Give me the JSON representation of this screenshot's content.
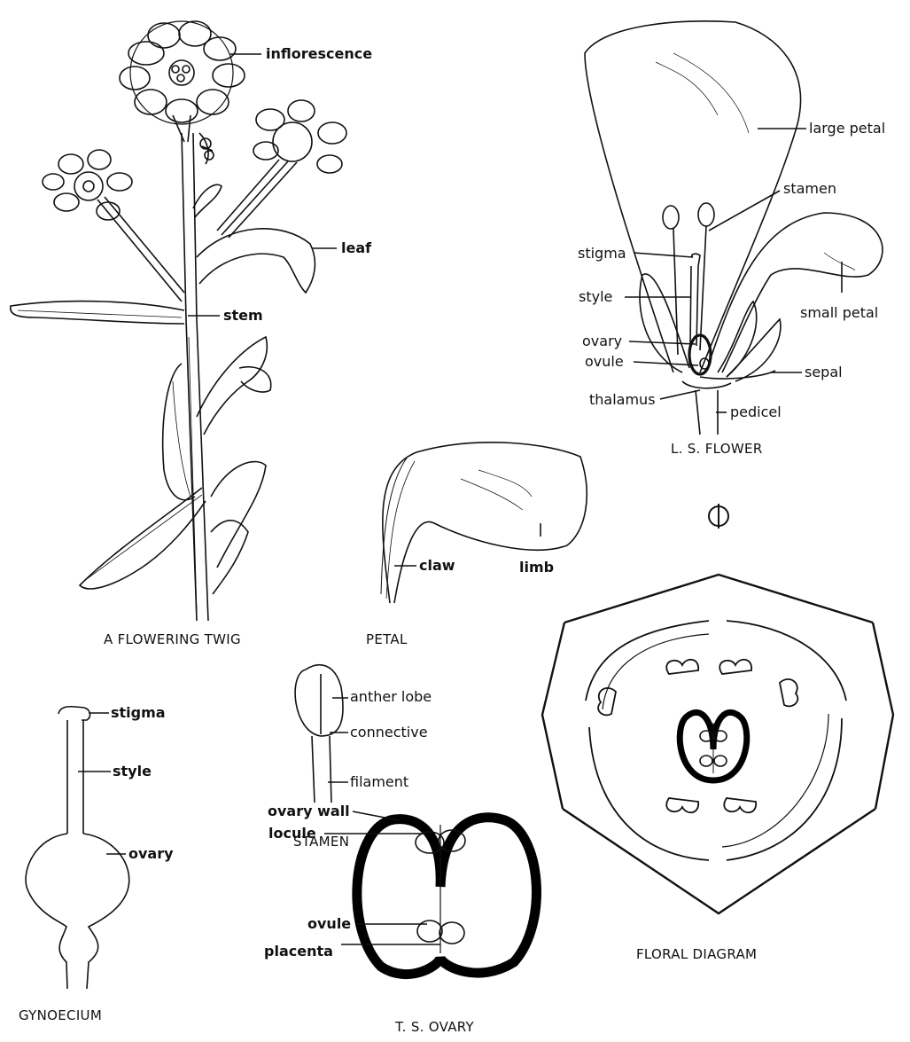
{
  "twig": {
    "caption": "A FLOWERING TWIG",
    "labels": {
      "inflorescence": "inflorescence",
      "leaf": "leaf",
      "stem": "stem"
    }
  },
  "flower": {
    "caption": "L. S. FLOWER",
    "labels": {
      "large_petal": "large petal",
      "stamen": "stamen",
      "stigma": "stigma",
      "style": "style",
      "small_petal": "small petal",
      "ovary": "ovary",
      "ovule": "ovule",
      "sepal": "sepal",
      "thalamus": "thalamus",
      "pedicel": "pedicel"
    }
  },
  "petal": {
    "caption": "PETAL",
    "labels": {
      "claw": "claw",
      "limb": "limb"
    }
  },
  "stamen": {
    "caption": "STAMEN",
    "labels": {
      "anther_lobe": "anther lobe",
      "connective": "connective",
      "filament": "filament"
    }
  },
  "gynoecium": {
    "caption": "GYNOECIUM",
    "labels": {
      "stigma": "stigma",
      "style": "style",
      "ovary": "ovary"
    }
  },
  "ts_ovary": {
    "caption": "T. S. OVARY",
    "labels": {
      "ovary_wall": "ovary wall",
      "locule": "locule",
      "ovule": "ovule",
      "placenta": "placenta"
    }
  },
  "floral_diagram": {
    "caption": "FLORAL DIAGRAM"
  }
}
